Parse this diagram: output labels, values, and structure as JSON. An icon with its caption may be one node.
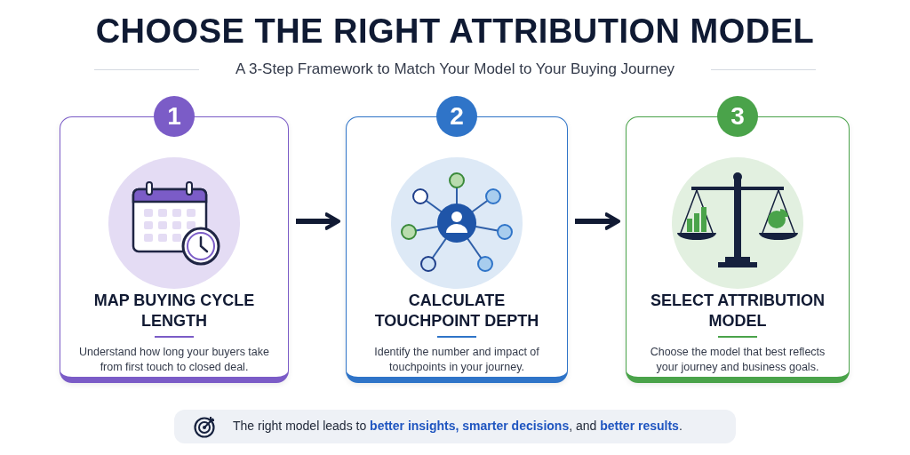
{
  "diagram": {
    "title": "CHOOSE THE RIGHT ATTRIBUTION MODEL",
    "nodes": [
      {
        "text": [
          "1",
          "MAP BUYING CYCLE LENGTH",
          "Understand how long your buyers take from first touch to closed deal."
        ]
      },
      {
        "text": [
          "2",
          "CALCULATE TOUCHPOINT DEPTH",
          "Identify the number and impact of touchpoints in your journey."
        ]
      },
      {
        "text": [
          "3",
          "SELECT ATTRIBUTION MODEL",
          "Choose the model that best reflects your journey and business goals."
        ]
      },
      {
        "text": [
          "The right model leads to **better insights, smarter decisions**, and **better results**."
        ]
      }
    ],
    "edges": [
      {
        "from": 0,
        "to": 1,
        "arrow": "to"
      },
      {
        "from": 1,
        "to": 2,
        "arrow": "to"
      }
    ],
    "labels": [
      "A 3-Step Framework to Match Your Model to Your Buying Journey"
    ]
  }
}
